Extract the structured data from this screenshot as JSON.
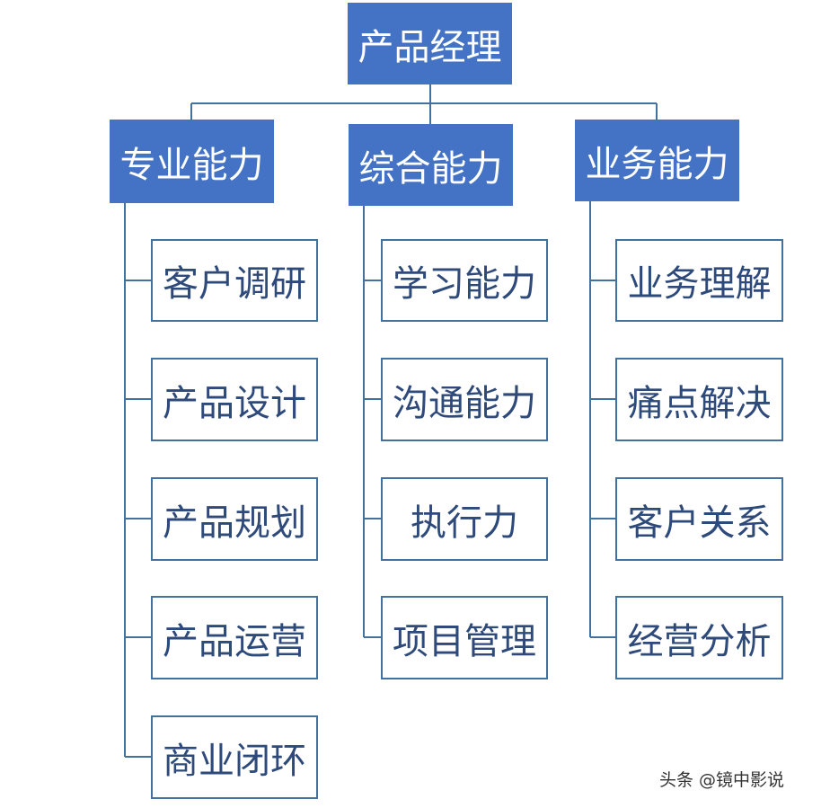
{
  "root": {
    "label": "产品经理"
  },
  "branches": [
    {
      "label": "专业能力",
      "items": [
        "客户调研",
        "产品设计",
        "产品规划",
        "产品运营",
        "商业闭环"
      ]
    },
    {
      "label": "综合能力",
      "items": [
        "学习能力",
        "沟通能力",
        "执行力",
        "项目管理"
      ]
    },
    {
      "label": "业务能力",
      "items": [
        "业务理解",
        "痛点解决",
        "客户关系",
        "经营分析"
      ]
    }
  ],
  "watermark": "头条 @镜中影说",
  "colors": {
    "head_fill": "#4472c4",
    "leaf_border": "#41719c",
    "leaf_text": "#2e4a7a",
    "connector": "#41719c"
  }
}
